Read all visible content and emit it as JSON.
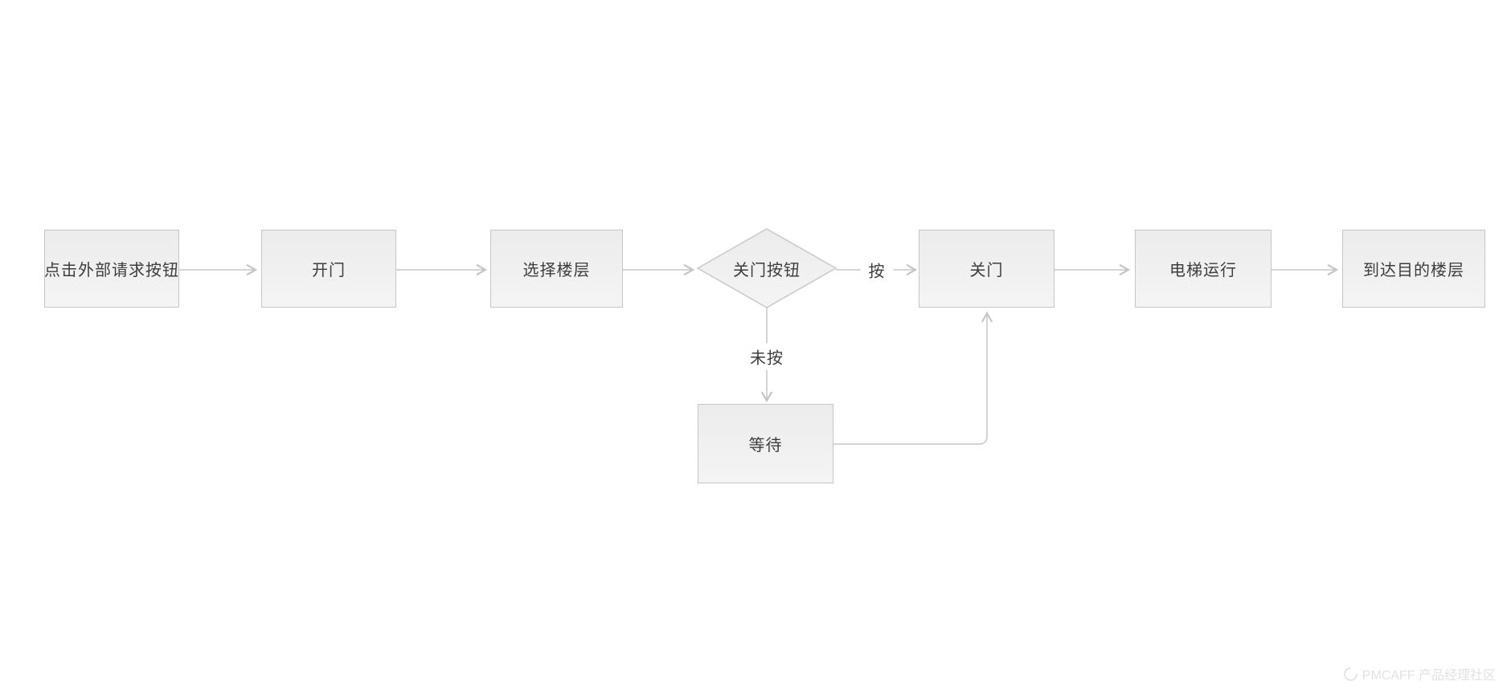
{
  "diagram": {
    "type": "flowchart",
    "nodes": [
      {
        "id": "start",
        "shape": "process",
        "label": "点击外部请求按钮"
      },
      {
        "id": "open-door",
        "shape": "process",
        "label": "开门"
      },
      {
        "id": "select-floor",
        "shape": "process",
        "label": "选择楼层"
      },
      {
        "id": "close-btn",
        "shape": "decision",
        "label": "关门按钮"
      },
      {
        "id": "close-door",
        "shape": "process",
        "label": "关门"
      },
      {
        "id": "elevator-run",
        "shape": "process",
        "label": "电梯运行"
      },
      {
        "id": "arrive",
        "shape": "process",
        "label": "到达目的楼层"
      },
      {
        "id": "wait",
        "shape": "process",
        "label": "等待"
      }
    ],
    "edges": [
      {
        "from": "start",
        "to": "open-door",
        "label": ""
      },
      {
        "from": "open-door",
        "to": "select-floor",
        "label": ""
      },
      {
        "from": "select-floor",
        "to": "close-btn",
        "label": ""
      },
      {
        "from": "close-btn",
        "to": "close-door",
        "label": "按"
      },
      {
        "from": "close-door",
        "to": "elevator-run",
        "label": ""
      },
      {
        "from": "elevator-run",
        "to": "arrive",
        "label": ""
      },
      {
        "from": "close-btn",
        "to": "wait",
        "label": "未按"
      },
      {
        "from": "wait",
        "to": "close-door",
        "label": ""
      }
    ],
    "edge_labels": {
      "pressed": "按",
      "not_pressed": "未按"
    }
  },
  "watermark": {
    "logo_icon": "pmcaff-ring-logo",
    "text": "PMCAFF 产品经理社区"
  },
  "colors": {
    "background": "#ffffff",
    "node_fill_top": "#ececec",
    "node_fill_bottom": "#f4f4f4",
    "node_border": "#c6c6c6",
    "connector": "#c5c5c5",
    "node_text": "#3d3d3d",
    "watermark_text": "#e2e2e2"
  }
}
